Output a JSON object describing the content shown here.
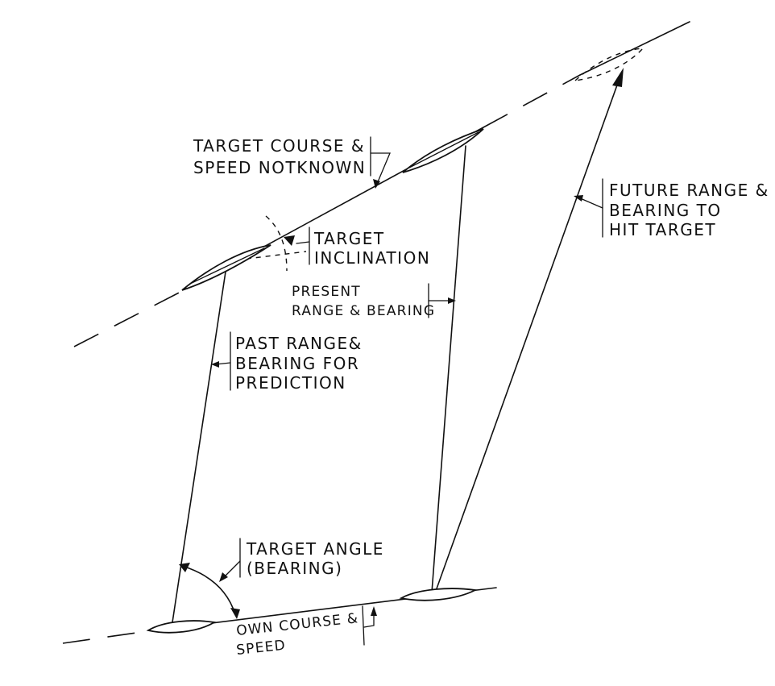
{
  "labels": {
    "target_course_line1": "TARGET COURSE &",
    "target_course_line2": "SPEED NOTKNOWN",
    "future_line1": "FUTURE RANGE &",
    "future_line2": "BEARING TO",
    "future_line3": "HIT TARGET",
    "inclination_line1": "TARGET",
    "inclination_line2": "INCLINATION",
    "present_line1": "PRESENT",
    "present_line2": "RANGE & BEARING",
    "past_line1": "PAST RANGE&",
    "past_line2": "BEARING FOR",
    "past_line3": "PREDICTION",
    "angle_line1": "TARGET ANGLE",
    "angle_line2": "(BEARING)",
    "own_line1": "OWN COURSE &",
    "own_line2": "SPEED"
  }
}
